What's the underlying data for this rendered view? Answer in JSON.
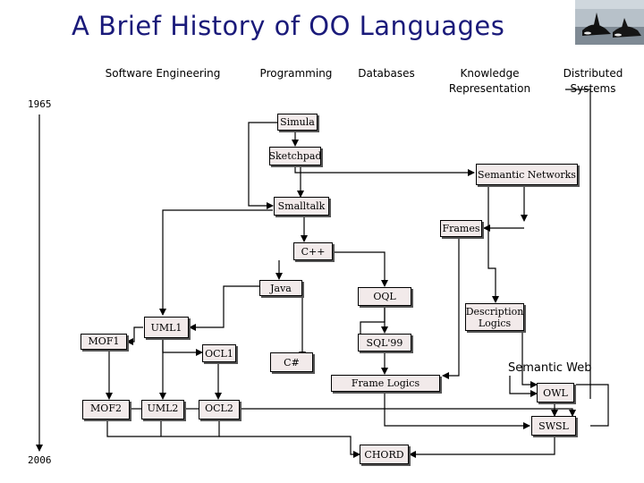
{
  "title": "A Brief History of OO Languages",
  "categories": {
    "software_engineering": "Software Engineering",
    "programming": "Programming",
    "databases": "Databases",
    "knowledge_representation": "Knowledge\nRepresentation",
    "distributed_systems": "Distributed\nSystems"
  },
  "timeline": {
    "start": "1965",
    "end": "2006"
  },
  "nodes": {
    "simula": "Simula",
    "sketchpad": "Sketchpad",
    "semantic_networks": "Semantic Networks",
    "smalltalk": "Smalltalk",
    "frames": "Frames",
    "cpp": "C++",
    "java": "Java",
    "oql": "OQL",
    "description_logics": "Description\nLogics",
    "uml1": "UML1",
    "mof1": "MOF1",
    "sql99": "SQL'99",
    "ocl1": "OCL1",
    "csharp": "C#",
    "semantic_web": "Semantic Web",
    "frame_logics": "Frame Logics",
    "owl": "OWL",
    "mof2": "MOF2",
    "uml2": "UML2",
    "ocl2": "OCL2",
    "swsl": "SWSL",
    "chord": "CHORD"
  },
  "colors": {
    "title": "#1a1a7a",
    "box_fill": "#f2eaea",
    "line": "#000000"
  },
  "icons": {
    "photo": "orca-whales-photo"
  }
}
